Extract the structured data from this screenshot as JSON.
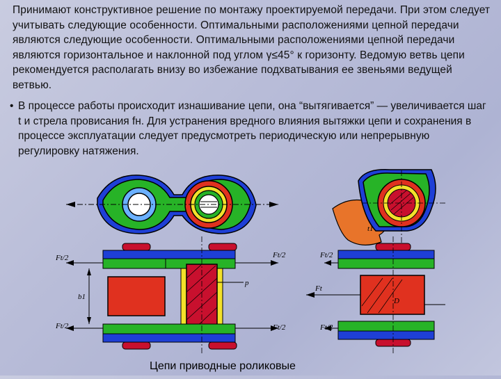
{
  "text": {
    "para1": "Принимают конструктивное решение по монтажу проектируемой передачи. При этом следует учитывать следующие особенности. Оптимальными расположениями цепной передачи являются следующие особенности. Оптимальными расположениями цепной передачи являются горизонтальное и наклонной под углом γ≤45° к горизонту. Ведомую ветвь цепи рекомендуется располагать внизу во избежание подхватывания ее звеньями ведущей ветвью.",
    "para2": "В процессе работы происходит изнашивание цепи, она “вытягивается” — увеличивается шаг t и стрела провисания fн. Для устранения вредного влияния вытяжки цепи и сохранения в процессе эксплуатации следует предусмотреть периодическую или непрерывную регулировку натяжения.",
    "bullet": "•"
  },
  "figure": {
    "labels": {
      "ft2": "Ft/2",
      "ft": "Ft",
      "b1": "b1",
      "p": "p",
      "d": "D",
      "t1": "t1"
    },
    "colors": {
      "green": "#27b327",
      "blue": "#1e3fd6",
      "red": "#e0311f",
      "crimson": "#c8102e",
      "yellow": "#f3e12a",
      "orange": "#e8742a",
      "outline": "#000000"
    }
  },
  "caption": "Цепи приводные роликовые"
}
